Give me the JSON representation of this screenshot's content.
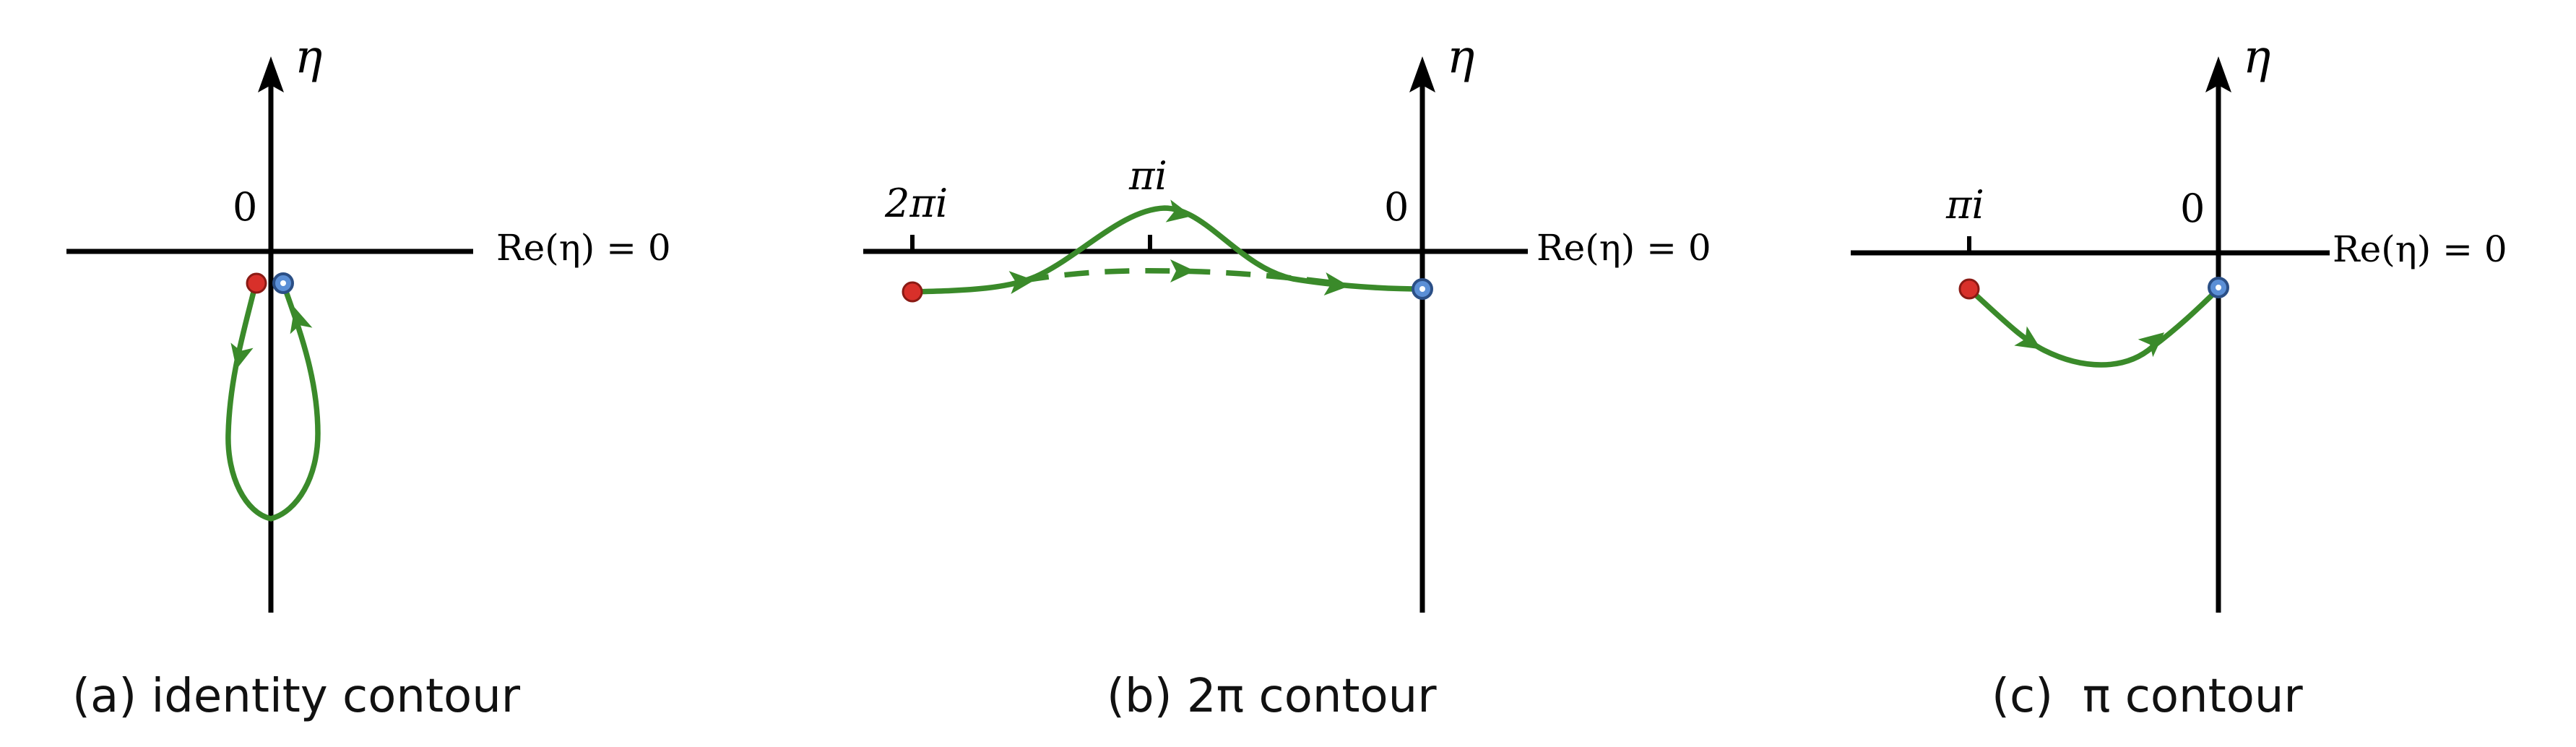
{
  "colors": {
    "axis": "#000000",
    "contour": "#3a8a2a",
    "start_point": "#d8302a",
    "end_point": "#5b8fd6",
    "end_point_ring": "#2b4f86"
  },
  "panels": [
    {
      "id": "a",
      "axis_top_label": "η",
      "axis_right_label": "Re(η) = 0",
      "origin_label": "0",
      "tick_labels": [],
      "caption": "(a) identity contour"
    },
    {
      "id": "b",
      "axis_top_label": "η",
      "axis_right_label": "Re(η) = 0",
      "origin_label": "0",
      "tick_labels": [
        "2πi",
        "πi"
      ],
      "caption": "(b) 2π contour"
    },
    {
      "id": "c",
      "axis_top_label": "η",
      "axis_right_label": "Re(η) = 0",
      "origin_label": "0",
      "tick_labels": [
        "πi"
      ],
      "caption": "(c)  π contour"
    }
  ]
}
